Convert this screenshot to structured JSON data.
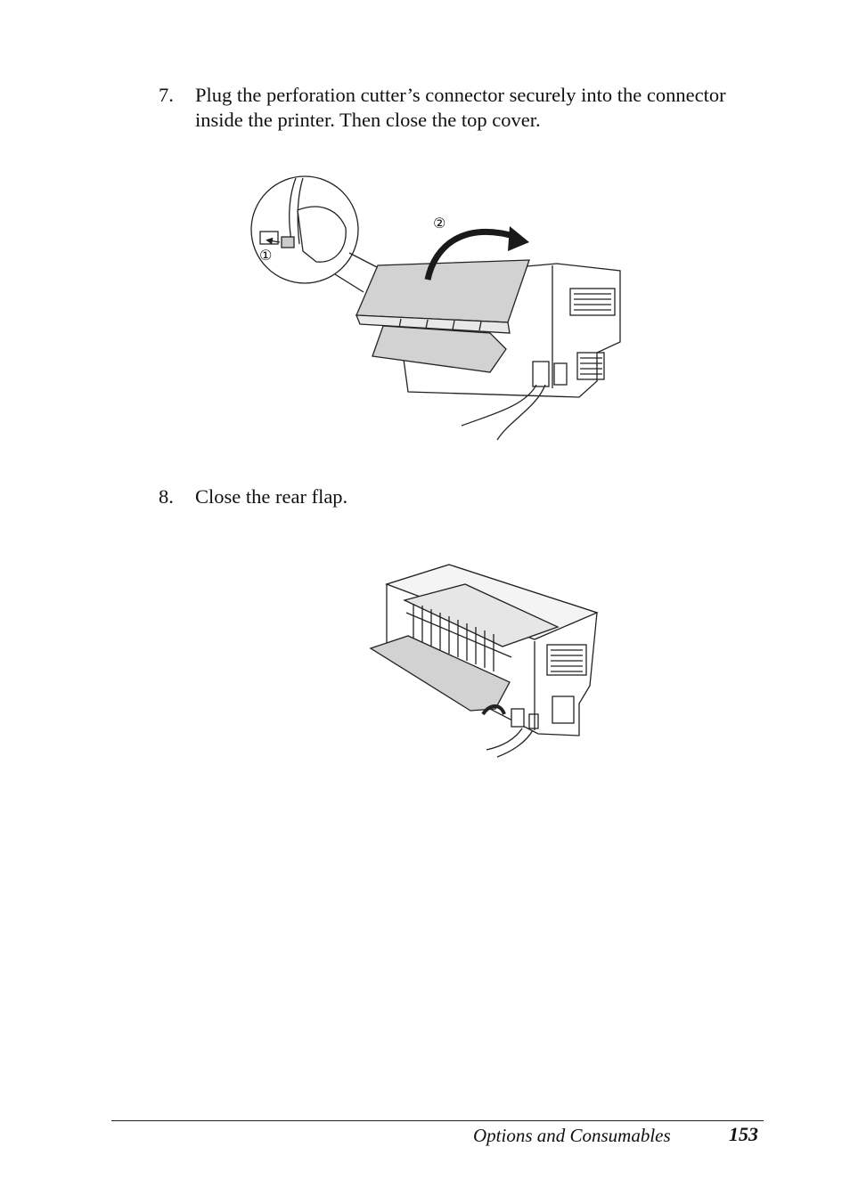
{
  "steps": [
    {
      "number": "7.",
      "text": "Plug the perforation cutter’s connector securely into the connector inside the printer. Then close the top cover."
    },
    {
      "number": "8.",
      "text": "Close the rear flap."
    }
  ],
  "figure1": {
    "callout_1": "①",
    "callout_2": "②"
  },
  "footer": {
    "section_title": "Options and Consumables",
    "page_number": "153"
  }
}
